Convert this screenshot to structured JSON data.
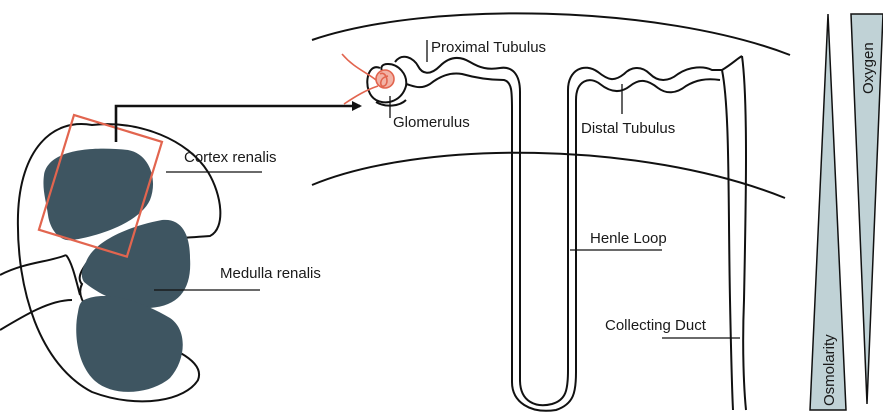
{
  "diagram": {
    "labels": {
      "cortex": "Cortex renalis",
      "medulla": "Medulla renalis",
      "proximal": "Proximal Tubulus",
      "glomerulus": "Glomerulus",
      "distal": "Distal Tubulus",
      "henle": "Henle Loop",
      "collecting": "Collecting Duct"
    },
    "gradients": {
      "osmolarity": "Osmolarity",
      "oxygen": "Oxygen"
    },
    "colors": {
      "tissue_fill": "#3e5561",
      "highlight": "#e2654f",
      "gradient_fill": "#c0d2d6",
      "line": "#111111"
    }
  }
}
